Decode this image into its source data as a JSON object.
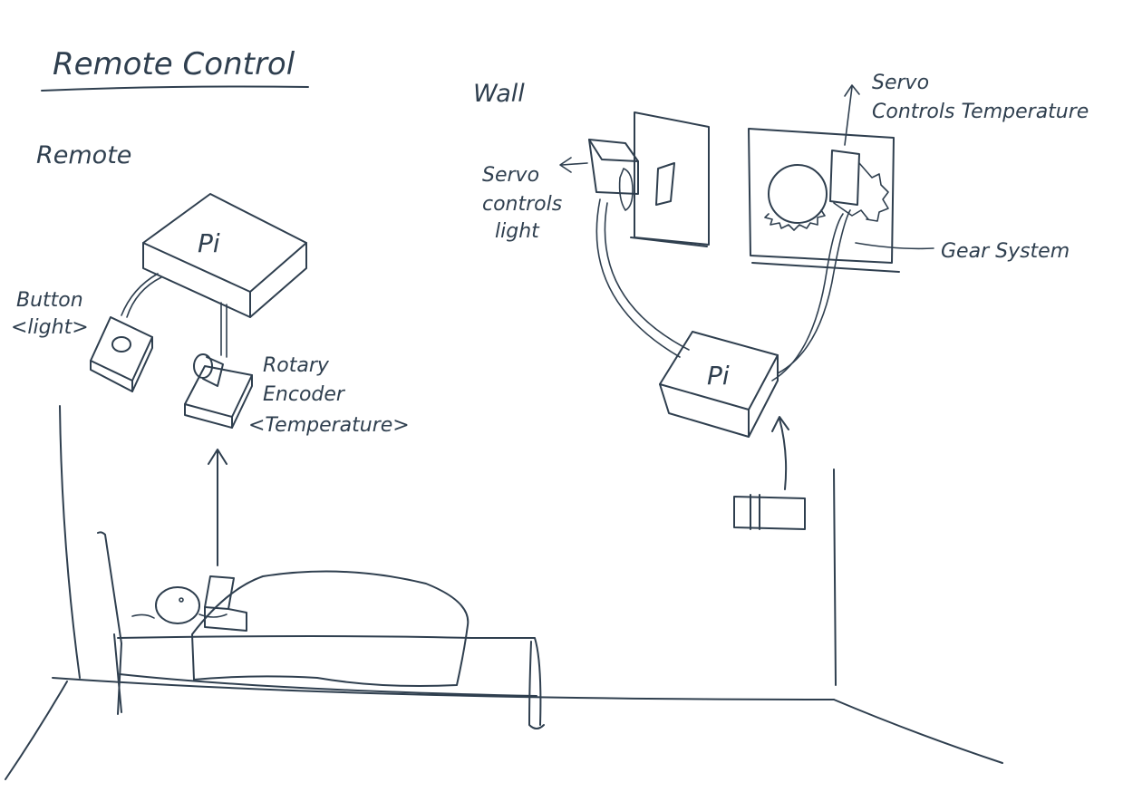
{
  "title": "Remote Control",
  "remote": {
    "heading": "Remote",
    "pi_label": "Pi",
    "button_label_1": "Button",
    "button_label_2": "<light>",
    "encoder_label_1": "Rotary",
    "encoder_label_2": "Encoder",
    "encoder_label_3": "<Temperature>"
  },
  "wall": {
    "heading": "Wall",
    "pi_label": "Pi",
    "servo_light_1": "Servo",
    "servo_light_2": "controls",
    "servo_light_3": "light",
    "servo_temp_1": "Servo",
    "servo_temp_2": "Controls Temperature",
    "gear_label": "Gear System"
  },
  "colors": {
    "ink": "#2f3f4f",
    "paper": "#ffffff"
  }
}
